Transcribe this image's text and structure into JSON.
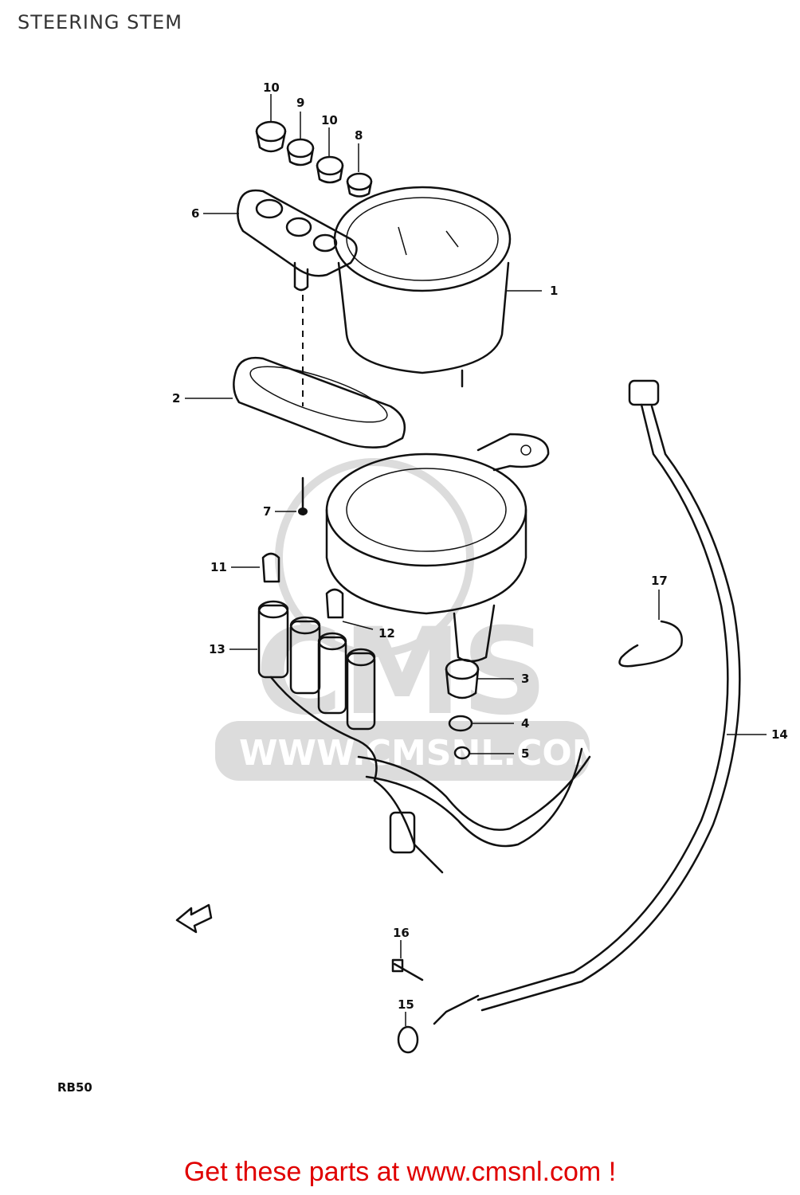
{
  "title": "STEERING STEM",
  "model_code": "RB50",
  "footer": "Get these parts at www.cmsnl.com !",
  "watermark": {
    "text": "WWW.CMSNL.COM",
    "logo": "CMS"
  },
  "callouts": [
    {
      "id": "1",
      "label": "1"
    },
    {
      "id": "2",
      "label": "2"
    },
    {
      "id": "3",
      "label": "3"
    },
    {
      "id": "4",
      "label": "4"
    },
    {
      "id": "5",
      "label": "5"
    },
    {
      "id": "6",
      "label": "6"
    },
    {
      "id": "7",
      "label": "7"
    },
    {
      "id": "8",
      "label": "8"
    },
    {
      "id": "9",
      "label": "9"
    },
    {
      "id": "10a",
      "label": "10"
    },
    {
      "id": "10b",
      "label": "10"
    },
    {
      "id": "11",
      "label": "11"
    },
    {
      "id": "12",
      "label": "12"
    },
    {
      "id": "13",
      "label": "13"
    },
    {
      "id": "14",
      "label": "14"
    },
    {
      "id": "15",
      "label": "15"
    },
    {
      "id": "16",
      "label": "16"
    },
    {
      "id": "17",
      "label": "17"
    }
  ],
  "colors": {
    "footer": "#e00000",
    "ink": "#111111",
    "watermark": "#d6d6d6"
  }
}
